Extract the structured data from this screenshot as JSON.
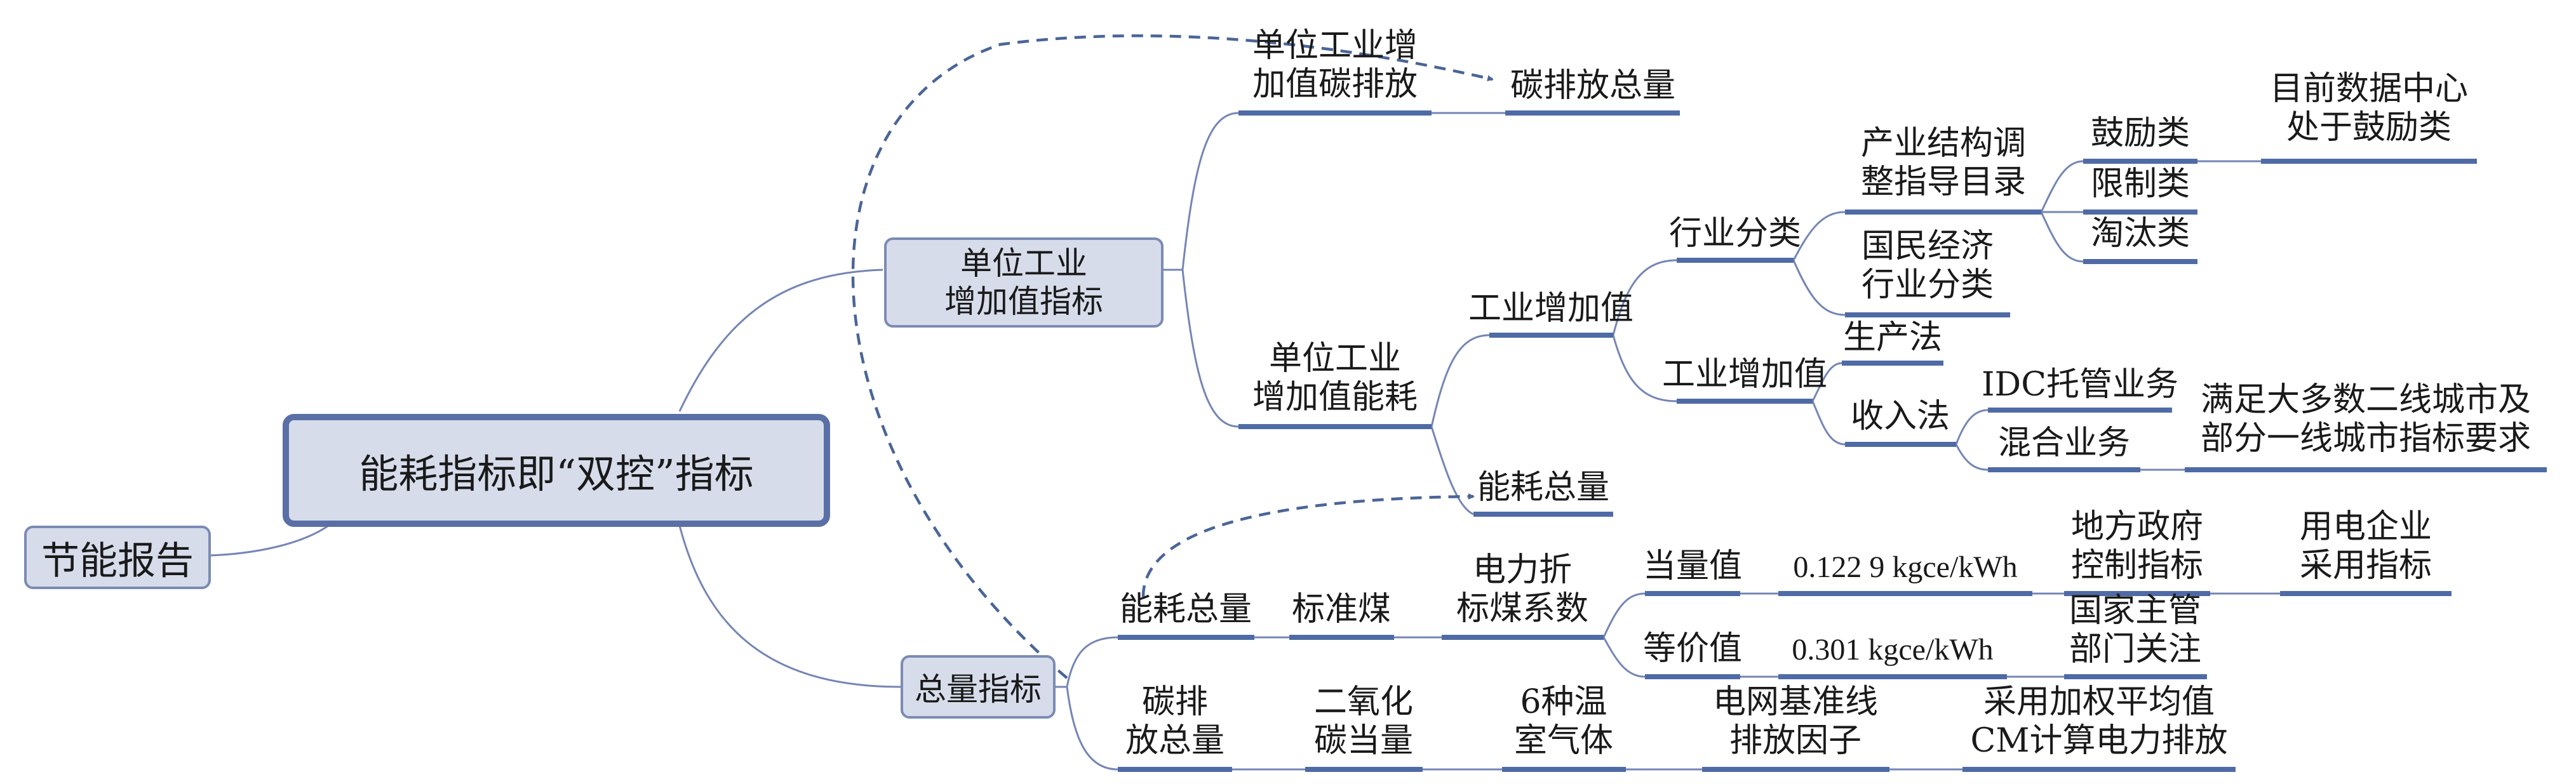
{
  "nodes": {
    "report": "节能报告",
    "main": "能耗指标即“双控”指标",
    "unit_indicator": [
      "单位工业",
      "增加值指标"
    ],
    "total_indicator": "总量指标",
    "carbon_per_unit": [
      "单位工业增",
      "加值碳排放"
    ],
    "carbon_total_top": "碳排放总量",
    "energy_per_unit": [
      "单位工业",
      "增加值能耗"
    ],
    "industrial_value_a": "工业增加值",
    "industry_class": "行业分类",
    "industry_guide": [
      "产业结构调",
      "整指导目录"
    ],
    "encourage": "鼓励类",
    "restrict": "限制类",
    "eliminate": "淘汰类",
    "dc_note": [
      "目前数据中心",
      "处于鼓励类"
    ],
    "national_class": [
      "国民经济",
      "行业分类"
    ],
    "industrial_value_b": "工业增加值",
    "production_method": "生产法",
    "income_method": "收入法",
    "idc_hosting": "IDC托管业务",
    "mixed_business": "混合业务",
    "city_note": [
      "满足大多数二线城市及",
      "部分一线城市指标要求"
    ],
    "energy_total_mid": "能耗总量",
    "energy_total_low": "能耗总量",
    "standard_coal": "标准煤",
    "power_coef": [
      "电力折",
      "标煤系数"
    ],
    "equivalent_value": "当量值",
    "equivalent_coef": "0.122 9 kgce/kWh",
    "local_gov": [
      "地方政府",
      "控制指标"
    ],
    "power_enterprise": [
      "用电企业",
      "采用指标"
    ],
    "equal_price_value": "等价值",
    "equal_price_coef": "0.301 kgce/kWh",
    "national_authority": [
      "国家主管",
      "部门关注"
    ],
    "carbon_total_low": [
      "碳排",
      "放总量"
    ],
    "co2_equiv": [
      "二氧化",
      "碳当量"
    ],
    "ghg": [
      "6种温",
      "室气体"
    ],
    "grid_factor": [
      "电网基准线",
      "排放因子"
    ],
    "weighted_avg": [
      "采用加权平均值",
      "CM计算电力排放"
    ]
  },
  "colors": {
    "line": "#7486b4",
    "dashed": "#4a6597",
    "underline": "#4f6ba6",
    "box_fill": "#d6dcea",
    "box_border": "#7b8bb4"
  }
}
